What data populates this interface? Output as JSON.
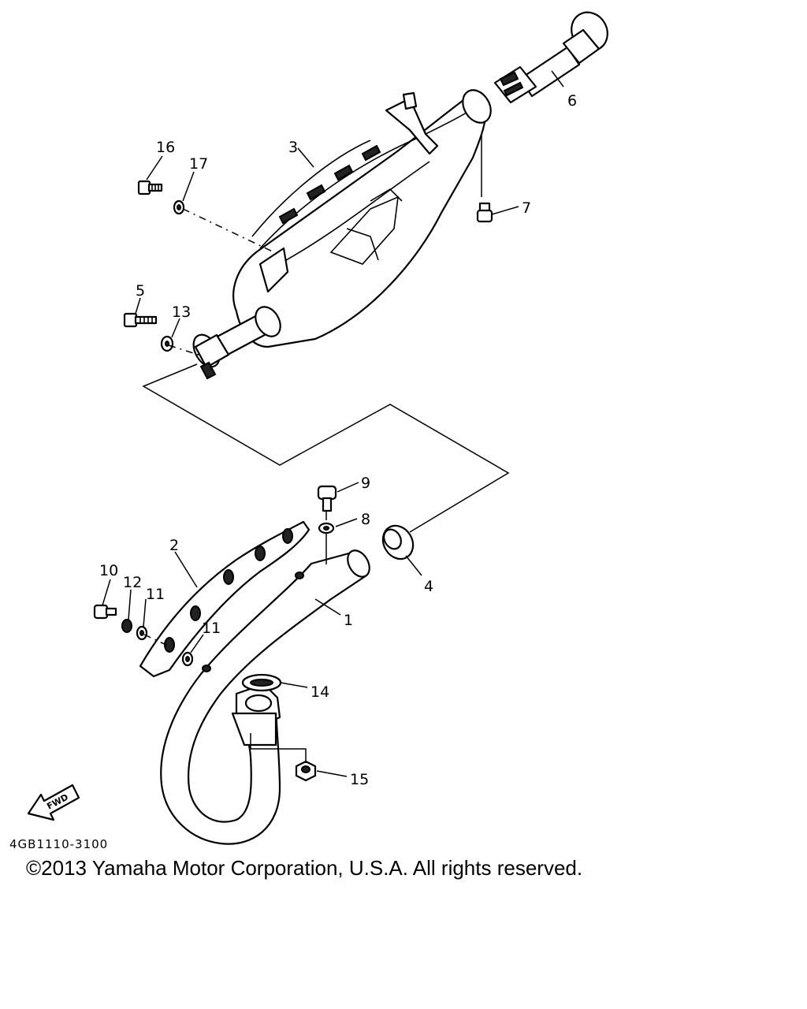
{
  "diagram": {
    "drawing_code": "4GB1110-3100",
    "copyright": "©2013 Yamaha Motor Corporation, U.S.A. All rights reserved.",
    "fwd_label": "FWD",
    "callouts": [
      "1",
      "2",
      "3",
      "4",
      "5",
      "6",
      "7",
      "8",
      "9",
      "10",
      "11",
      "11",
      "12",
      "13",
      "14",
      "15",
      "16",
      "17"
    ]
  }
}
